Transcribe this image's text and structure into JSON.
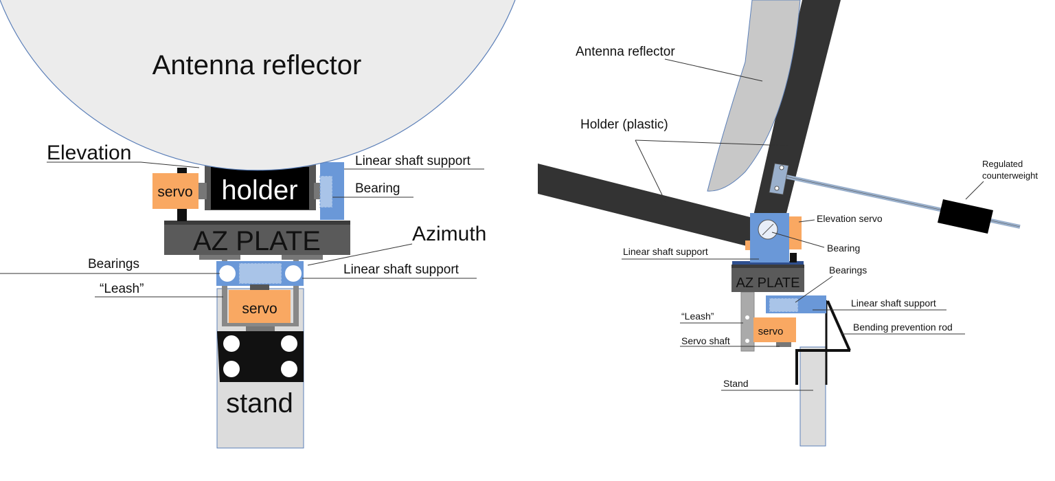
{
  "colors": {
    "reflector_fill": "#ececec",
    "reflector_edge": "#5b7fb8",
    "holder": "#333333",
    "plate": "#5a5a5a",
    "servo": "#f9a862",
    "blue_part": "#6a98d8",
    "light_blue": "#a9c4e8",
    "stand": "#dcdcdc",
    "black": "#111111"
  },
  "front_view": {
    "reflector_label": "Antenna reflector",
    "elevation_label": "Elevation",
    "servo_top_label": "servo",
    "holder_label": "holder",
    "linear_shaft_support_top": "Linear shaft support",
    "bearing_label": "Bearing",
    "az_plate_label": "AZ PLATE",
    "azimuth_label": "Azimuth",
    "bearings_label": "Bearings",
    "linear_shaft_support_bottom": "Linear shaft support",
    "leash_label": "“Leash”",
    "servo_bottom_label": "servo",
    "stand_label": "stand"
  },
  "side_view": {
    "reflector_label": "Antenna reflector",
    "holder_label": "Holder (plastic)",
    "counterweight_line1": "Regulated",
    "counterweight_line2": "counterweight",
    "elevation_servo_label": "Elevation servo",
    "bearing_label": "Bearing",
    "linear_shaft_support_left": "Linear shaft support",
    "bearings_label": "Bearings",
    "az_plate_label": "AZ PLATE",
    "linear_shaft_support_right": "Linear shaft support",
    "leash_label": "“Leash”",
    "servo_label": "servo",
    "bending_rod_label": "Bending prevention rod",
    "servo_shaft_label": "Servo shaft",
    "stand_label": "Stand"
  }
}
